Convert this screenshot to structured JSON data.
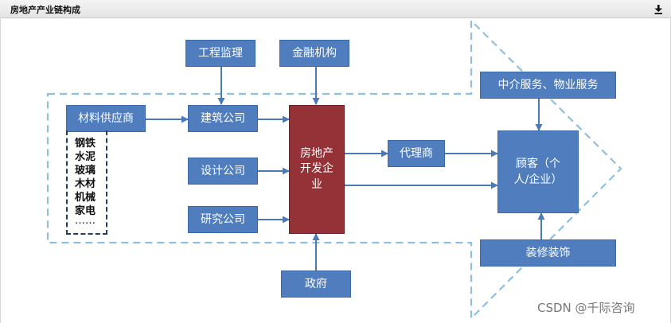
{
  "header": {
    "title": "房地产产业链构成",
    "download_icon": "download-icon"
  },
  "diagram": {
    "nodes": {
      "supervision": "工程监理",
      "finance": "金融机构",
      "supplier": "材料供应商",
      "construction": "建筑公司",
      "design": "设计公司",
      "research": "研究公司",
      "developer": [
        "房地产",
        "开发企",
        "业"
      ],
      "agent": "代理商",
      "intermediary": "中介服务、物业服务",
      "customer": [
        "顾客（个",
        "人/企业）"
      ],
      "decoration": "装修装饰",
      "government": "政府"
    },
    "materials": [
      "钢铁",
      "水泥",
      "玻璃",
      "木材",
      "机械",
      "家电",
      "……"
    ]
  },
  "watermark": "CSDN @千际咨询",
  "colors": {
    "box_fill": "#4f7dbd",
    "developer_fill": "#953237",
    "arrow": "#4a7ab8",
    "dashed_outline": "#8fbfdc"
  }
}
